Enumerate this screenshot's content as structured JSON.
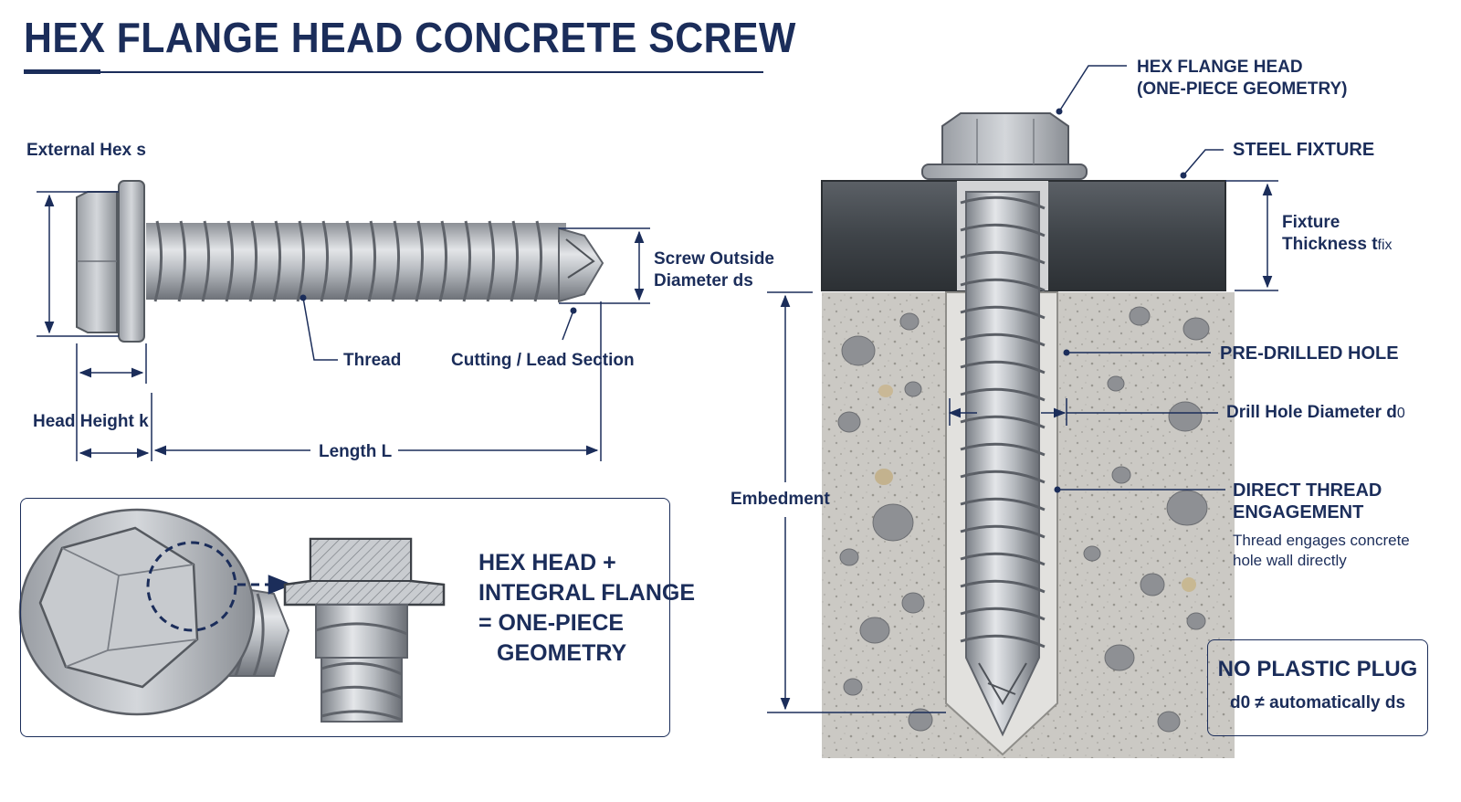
{
  "title": "HEX FLANGE HEAD CONCRETE SCREW",
  "side_view": {
    "external_hex": "External Hex s",
    "screw_outside_diameter_line1": "Screw Outside",
    "screw_outside_diameter_line2": "Diameter ds",
    "thread": "Thread",
    "cutting_lead": "Cutting / Lead Section",
    "head_height": "Head Height k",
    "length": "Length L"
  },
  "detail": {
    "line1": "HEX HEAD +",
    "line2": "INTEGRAL FLANGE",
    "line3": "= ONE-PIECE",
    "line4": "GEOMETRY"
  },
  "installed": {
    "hex_flange_head": "HEX FLANGE HEAD",
    "one_piece": "(ONE-PIECE GEOMETRY)",
    "steel_fixture": "STEEL FIXTURE",
    "fixture_thickness_line1": "Fixture",
    "fixture_thickness_line2": "Thickness t",
    "fixture_thickness_sub": "fix",
    "pre_drilled_hole": "PRE-DRILLED HOLE",
    "drill_hole_diameter": "Drill Hole Diameter d",
    "drill_hole_sub": "0",
    "embedment": "Embedment",
    "direct_thread_line1": "DIRECT THREAD",
    "direct_thread_line2": "ENGAGEMENT",
    "direct_thread_note_line1": "Thread engages concrete",
    "direct_thread_note_line2": "hole wall directly"
  },
  "no_plug": {
    "title": "NO PLASTIC PLUG",
    "relation": "d0 ≠ automatically ds"
  },
  "colors": {
    "navy": "#1b2d5a",
    "steel": "#b8bcc2",
    "steel_dark": "#6f747b",
    "concrete": "#c9c7c2",
    "fixture": "#3e4247"
  }
}
